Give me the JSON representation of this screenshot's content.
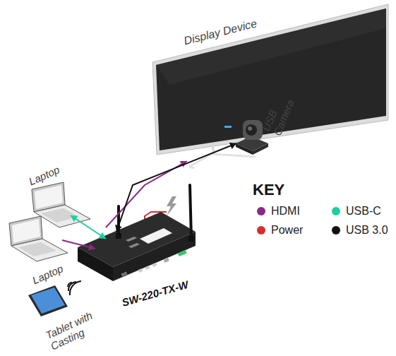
{
  "diagram": {
    "nodes": [
      {
        "text": [
          "Display Device"
        ]
      },
      {
        "text": [
          "USB Camera"
        ]
      },
      {
        "text": [
          "Laptop"
        ]
      },
      {
        "text": [
          "Laptop"
        ]
      },
      {
        "text": [
          "Tablet with Casting"
        ]
      },
      {
        "text": [
          "SW-220-TX-W"
        ]
      }
    ],
    "edges": [
      {
        "from": 2,
        "to": 5,
        "arrow": "both"
      },
      {
        "from": 3,
        "to": 5,
        "arrow": "to"
      },
      {
        "from": 5,
        "to": 0,
        "arrow": "to"
      },
      {
        "from": 5,
        "to": 1,
        "arrow": "both"
      }
    ],
    "labels": [
      "KEY"
    ],
    "legend": [
      {
        "text": "HDMI",
        "color": "#8a2a85"
      },
      {
        "text": "USB-C",
        "color": "#1ccfa0"
      },
      {
        "text": "Power",
        "color": "#d32f2f"
      },
      {
        "text": "USB 3.0",
        "color": "#111111"
      }
    ]
  }
}
